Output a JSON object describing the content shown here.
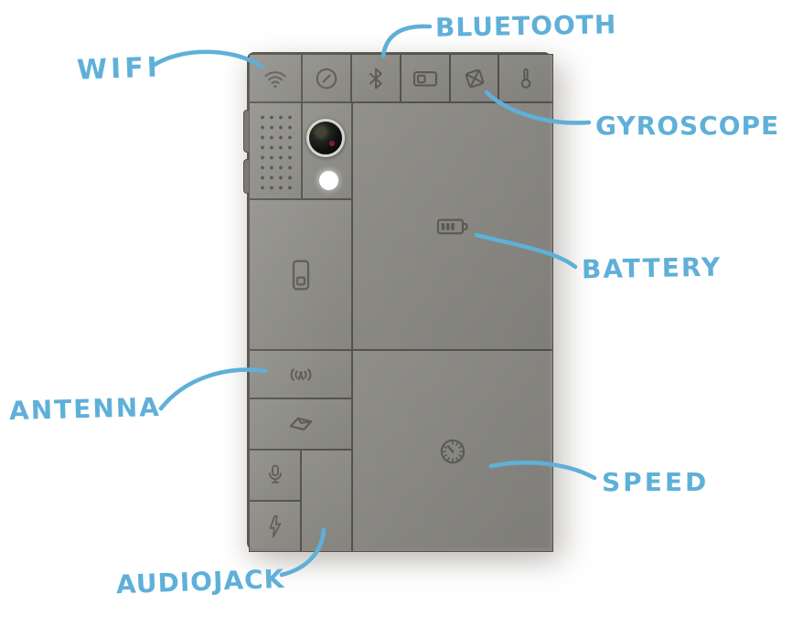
{
  "callouts": {
    "wifi": {
      "label": "WIFI"
    },
    "bluetooth": {
      "label": "BLUETOOTH"
    },
    "gyroscope": {
      "label": "GYROSCOPE"
    },
    "battery": {
      "label": "BATTERY"
    },
    "antenna": {
      "label": "ANTENNA"
    },
    "speed": {
      "label": "SPEED"
    },
    "audiojack": {
      "label": "AUDIOJACK"
    }
  },
  "device": {
    "name": "modular phone back (block modules)",
    "modules": [
      {
        "id": "wifi",
        "icon": "wifi-icon"
      },
      {
        "id": "dial",
        "icon": "dial-slash-icon"
      },
      {
        "id": "bluetooth",
        "icon": "bluetooth-icon"
      },
      {
        "id": "memory-card",
        "icon": "memory-card-icon"
      },
      {
        "id": "gyroscope",
        "icon": "gyroscope-cube-icon"
      },
      {
        "id": "thermometer",
        "icon": "thermometer-icon"
      },
      {
        "id": "speaker",
        "icon": "speaker-grille"
      },
      {
        "id": "camera",
        "icon": "camera-lens"
      },
      {
        "id": "battery",
        "icon": "battery-icon"
      },
      {
        "id": "storage",
        "icon": "sim-storage-icon"
      },
      {
        "id": "antenna",
        "icon": "antenna-broadcast-icon"
      },
      {
        "id": "map",
        "icon": "map-tilt-icon"
      },
      {
        "id": "microphone",
        "icon": "microphone-icon"
      },
      {
        "id": "charger",
        "icon": "lightning-bolt-icon"
      },
      {
        "id": "blank",
        "icon": ""
      },
      {
        "id": "speed",
        "icon": "speedometer-icon"
      }
    ]
  },
  "colors": {
    "label_blue": "#5fb0d8",
    "phone_grey": "#8c8b86",
    "grid_line": "#5a5952",
    "icon_grey": "#54534d"
  }
}
